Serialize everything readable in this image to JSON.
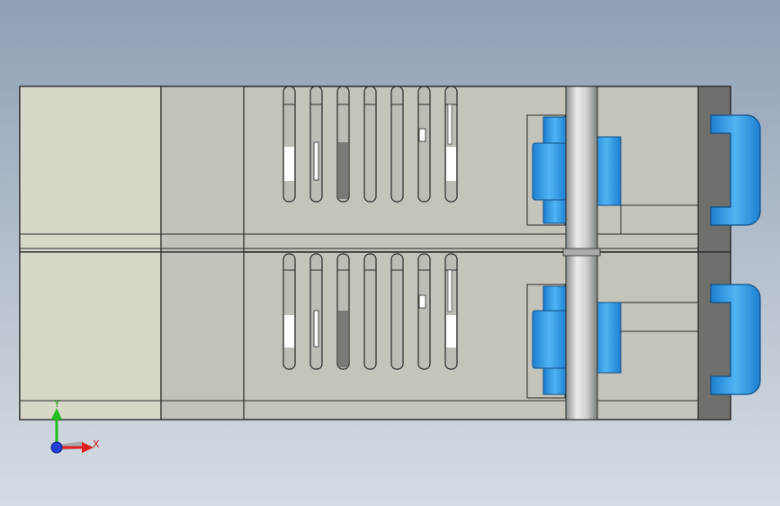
{
  "viewport": {
    "background_top": "#8e9fb6",
    "background_bottom": "#d6dce3"
  },
  "model": {
    "component": "two-stacked-enclosure-modules",
    "body_color": "#c7c7bf",
    "front_panel_color": "#d8d8c9",
    "edge_color": "#2a2a2a",
    "clip_color": "#2f9ae6",
    "rod_color": "#cfd3d0",
    "modules": [
      {
        "name": "upper-module",
        "vent_slots": 7
      },
      {
        "name": "lower-module",
        "vent_slots": 7
      }
    ]
  },
  "triad": {
    "x_label": "X",
    "y_label": "Y",
    "x_color": "#e02020",
    "y_color": "#20c020",
    "z_color": "#1f3fd6",
    "icon": "coordinate-triad-icon"
  }
}
